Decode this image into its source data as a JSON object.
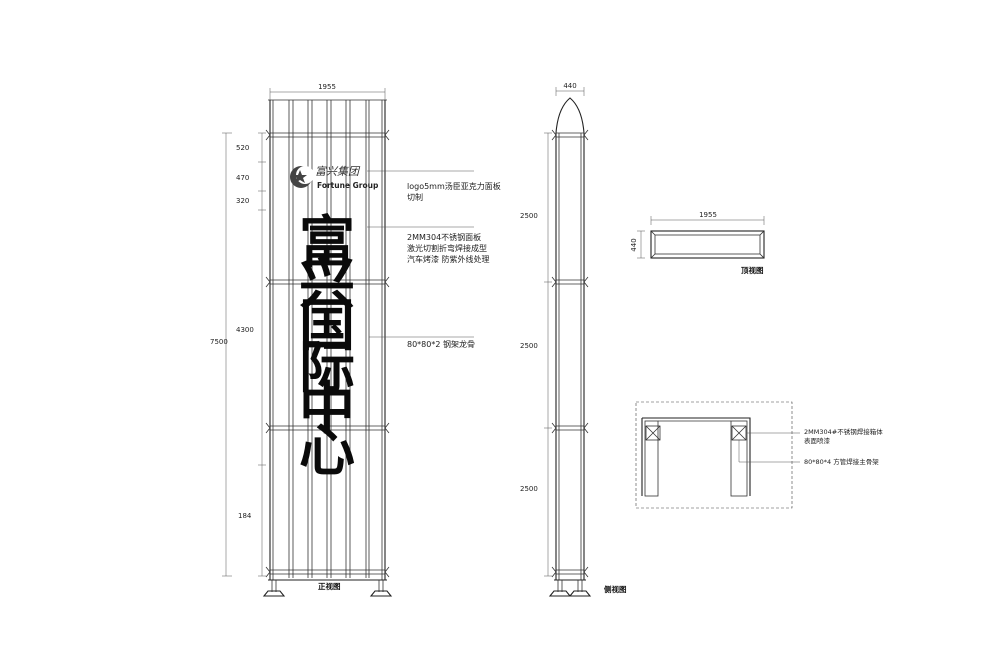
{
  "front_view": {
    "caption": "正视图",
    "width_dim": "1955",
    "total_height_dim": "7500",
    "segment_dims": [
      "520",
      "470",
      "320",
      "4300",
      "184"
    ],
    "logo": {
      "en": "Fortune Group",
      "cn": "富兴集团",
      "icon": "star-crescent-icon"
    },
    "sign_text": [
      "富",
      "兴",
      "国",
      "际",
      "中",
      "心"
    ],
    "notes": {
      "logo": [
        "logo5mm汤臣亚克力面板",
        "切制"
      ],
      "panel": [
        "2MM304不锈钢面板",
        "激光切割折弯焊接成型",
        "汽车烤漆 防紫外线处理"
      ],
      "frame": [
        "80*80*2 钢架龙骨"
      ]
    }
  },
  "side_view": {
    "caption": "侧视图",
    "width_dim": "440",
    "segment_dims": [
      "2500",
      "2500",
      "2500"
    ]
  },
  "top_view": {
    "caption": "顶视图",
    "width_dim": "1955",
    "depth_dim": "440"
  },
  "detail": {
    "notes": {
      "box": [
        "2MM304#不锈钢焊接箱体",
        "表面喷漆"
      ],
      "tube": [
        "80*80*4 方管焊接主骨架"
      ]
    }
  }
}
